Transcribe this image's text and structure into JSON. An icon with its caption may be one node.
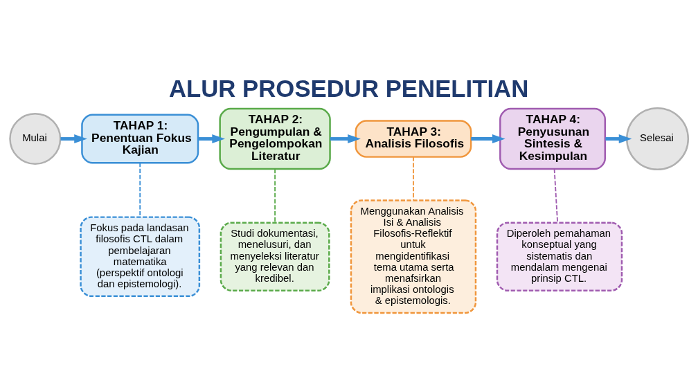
{
  "diagram": {
    "title": "ALUR PROSEDUR PENELITIAN",
    "nodes": [
      {
        "text": [
          "Mulai"
        ]
      },
      {
        "text": [
          "TAHAP 1:",
          "Penentuan Fokus Kajian"
        ]
      },
      {
        "text": [
          "TAHAP 2:",
          "Pengumpulan & Pengelompokan Literatur"
        ]
      },
      {
        "text": [
          "TAHAP 3:",
          "Analisis Filosofis"
        ]
      },
      {
        "text": [
          "TAHAP 4:",
          "Penyusunan Sintesis & Kesimpulan"
        ]
      },
      {
        "text": [
          "Selesai"
        ]
      },
      {
        "text": [
          "Fokus pada landasan filosofis CTL dalam pembelajaran matematika (perspektif ontologi dan epistemologi)."
        ]
      },
      {
        "text": [
          "Studi dokumentasi, menelusuri, dan menyeleksi literatur yang relevan dan kredibel."
        ]
      },
      {
        "text": [
          "Menggunakan Analisis Isi & Analisis Filosofis-Reflektif untuk mengidentifikasi tema utama serta menafsirkan implikasi ontologis & epistemologis."
        ]
      },
      {
        "text": [
          "Diperoleh pemahaman konseptual yang sistematis dan mendalam mengenai prinsip CTL."
        ]
      }
    ],
    "edges": [
      {
        "from": 0,
        "to": 1,
        "arrow": "to"
      },
      {
        "from": 1,
        "to": 2,
        "arrow": "to"
      },
      {
        "from": 2,
        "to": 3,
        "arrow": "to"
      },
      {
        "from": 3,
        "to": 4,
        "arrow": "to"
      },
      {
        "from": 4,
        "to": 5,
        "arrow": "to"
      },
      {
        "from": 1,
        "to": 6,
        "arrow": "none",
        "style": "dashed",
        "color": "#3a8fd6"
      },
      {
        "from": 2,
        "to": 7,
        "arrow": "none",
        "style": "dashed",
        "color": "#5aaa4a"
      },
      {
        "from": 3,
        "to": 8,
        "arrow": "none",
        "style": "dashed",
        "color": "#f0963c"
      },
      {
        "from": 4,
        "to": 9,
        "arrow": "none",
        "style": "dashed",
        "color": "#a05cb0"
      }
    ]
  }
}
